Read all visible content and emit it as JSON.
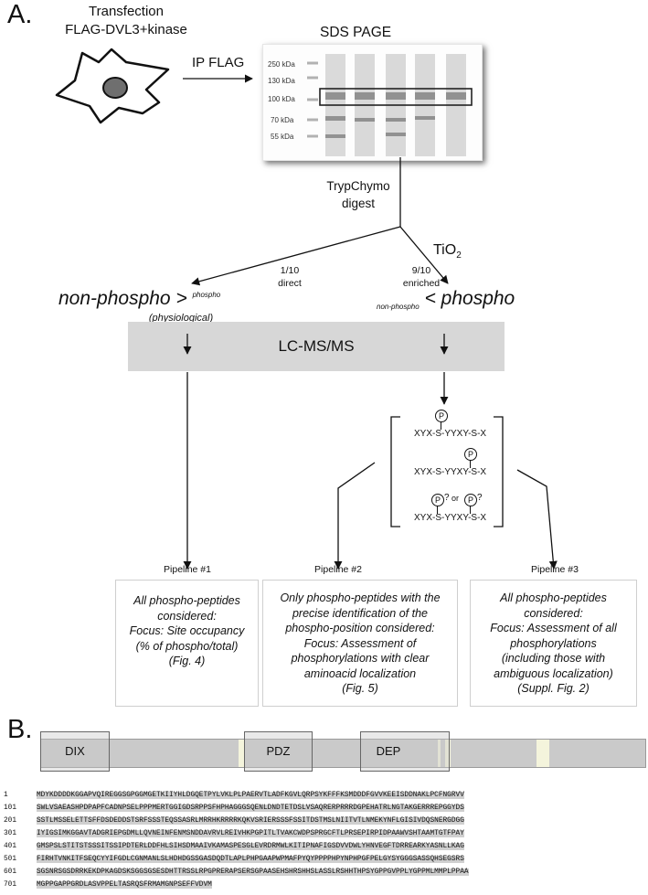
{
  "panel_a": {
    "label": "A.",
    "transfection_title": "Transfection",
    "transfection_construct": "FLAG-DVL3+kinase",
    "ip_label": "IP FLAG",
    "sds_title": "SDS PAGE",
    "markers": [
      "250 kDa",
      "130 kDa",
      "100 kDa",
      "70 kDa",
      "55 kDa"
    ],
    "digest_line1": "TrypChymo",
    "digest_line2": "digest",
    "tio2": "TiO",
    "tio2_sub": "2",
    "left_fraction": "1/10",
    "left_fraction_sub": "direct",
    "right_fraction": "9/10",
    "right_fraction_sub": "enriched",
    "left_big": "non-phospho >",
    "left_small": "phospho",
    "left_note": "(physiological)",
    "right_small": "non-phospho",
    "right_big": "< phospho",
    "lcms": "LC-MS/MS",
    "peptide_seq": "XYX-S-YYXY-S-X",
    "p_label": "P",
    "ambiguous_or": "or",
    "ambiguous_q": "?",
    "pipelines": [
      {
        "title": "Pipeline #1",
        "lines": [
          "All phospho-peptides",
          "considered:",
          "Focus: Site occupancy",
          "(% of phospho/total)",
          "(Fig. 4)"
        ]
      },
      {
        "title": "Pipeline #2",
        "lines": [
          "Only phospho-peptides with the",
          "precise identification of the",
          "phospho-position considered:",
          "Focus: Assessment of",
          "phosphorylations with clear",
          "aminoacid localization",
          "(Fig. 5)"
        ]
      },
      {
        "title": "Pipeline #3",
        "lines": [
          "All phospho-peptides",
          "considered:",
          "Focus: Assessment of all",
          "phosphorylations",
          "(including those with",
          "ambiguous localization)",
          "(Suppl. Fig. 2)"
        ]
      }
    ]
  },
  "panel_b": {
    "label": "B.",
    "domains": [
      "DIX",
      "PDZ",
      "DEP"
    ],
    "sequence_rows": [
      {
        "num": "1",
        "seq": "MDYKDDDDKGGAPVQIREGGSGPGGMGETKIIYHLDGQETPYLVKLPLPAERVTLADFKGVLQRPSYKFFFKSMDDDFGVVKEEISDDNAKLPCFNGRVV"
      },
      {
        "num": "101",
        "seq": "SWLVSAEASHPDPAPFCADNPSELPPPMERTGGIGDSRPPSFHPHAGGGSQENLDNDTETDSLVSAQRERPRRRDGPEHATRLNGTAKGERRREPGGYDS"
      },
      {
        "num": "201",
        "seq": "SSTLMSSELETTSFFDSDEDDSTSRFSSSTEQSSASRLMRRHKRRRRKQKVSRIERSSSFSSITDSTMSLNIITVTLNMEKYNFLGISIVDQSNERGDGG"
      },
      {
        "num": "301",
        "seq": "IYIGSIMKGGAVTADGRIEPGDMLLQVNEINFENMSNDDAVRVLREIVHKPGPITLTVAKCWDPSPRGCFTLPRSEPIRPIDPAAWVSHTAAMTGTFPAY"
      },
      {
        "num": "401",
        "seq": "GMSPSLSTITSTSSSITSSIPDTERLDDFHLSIHSDMAAIVKAMASPESGLEVRDRMWLKITIPNAFIGSDVVDWLYHNVEGFTDRREARKYASNLLKAG"
      },
      {
        "num": "501",
        "seq": "FIRHTVNKITFSEQCYYIFGDLCGNMANLSLHDHDGSSGASDQDTLAPLPHPGAAPWPMAFPYQYPPPPHPYNPHPGFPELGYSYGGGSASSQHSEGSRS"
      },
      {
        "num": "601",
        "seq": "SGSNRSGSDRRKEKDPKAGDSKSGGSGSESDHTTRSSLRPGPRERAPSERSGPAASEHSHRSHHSLASSLRSHHTHPSYGPPGVPPLYGPPMLMMPLPPAA"
      },
      {
        "num": "701",
        "seq": "MGPPGAPPGRDLASVPPELTASRQSFRMAMGNPSEFFVDVM"
      }
    ]
  }
}
